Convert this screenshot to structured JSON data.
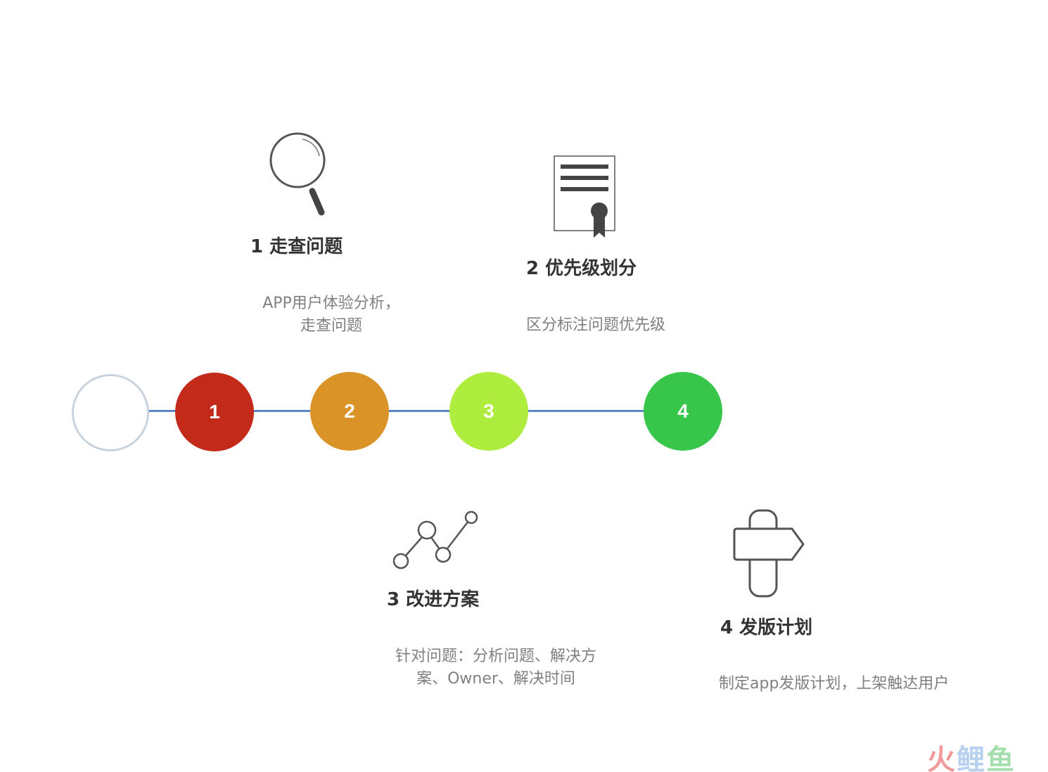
{
  "steps": [
    {
      "number": "1",
      "title": "1 走查问题",
      "desc_lines": [
        "APP用户体验分析，",
        "走查问题"
      ],
      "color": "#c42a1a",
      "icon": "magnifying-glass-icon"
    },
    {
      "number": "2",
      "title": "2 优先级划分",
      "desc_lines": [
        "区分标注问题优先级"
      ],
      "color": "#d99327",
      "icon": "certificate-icon"
    },
    {
      "number": "3",
      "title": "3 改进方案",
      "desc_lines": [
        "针对问题：分析问题、解决方",
        "案、Owner、解决时间"
      ],
      "color": "#aeec3e",
      "icon": "line-chart-icon"
    },
    {
      "number": "4",
      "title": "4 发版计划",
      "desc_lines": [
        "制定app发版计划，上架触达用户"
      ],
      "color": "#37c54a",
      "icon": "signpost-icon"
    }
  ],
  "timeline": {
    "line_color": "#5a87c8",
    "start_circle_border": "#c9d3de"
  },
  "watermark": {
    "part1": "火",
    "part2": "鲤",
    "part3": "鱼"
  }
}
